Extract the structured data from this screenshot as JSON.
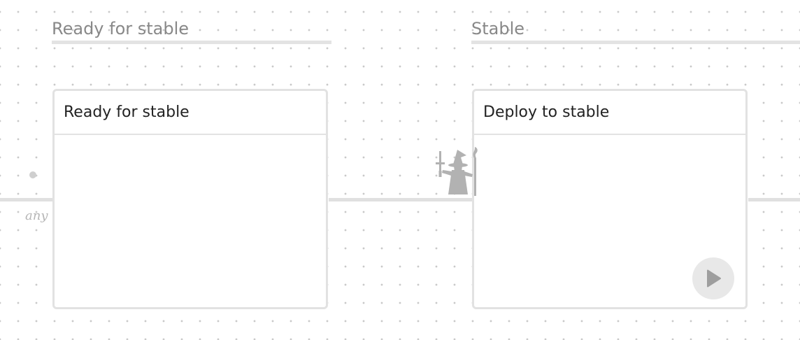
{
  "stages": [
    {
      "title": "Ready for stable"
    },
    {
      "title": "Stable"
    }
  ],
  "connector": {
    "label": "any"
  },
  "jobs": [
    {
      "title": "Ready for stable"
    },
    {
      "title": "Deploy to stable",
      "action_icon": "play-icon"
    }
  ],
  "colors": {
    "line": "#e0e0e0",
    "card_border": "#e2e2e2",
    "stage_title": "#888888",
    "card_title": "#222222",
    "icon": "#b0b0b0",
    "button_bg": "#e8e8e8"
  }
}
